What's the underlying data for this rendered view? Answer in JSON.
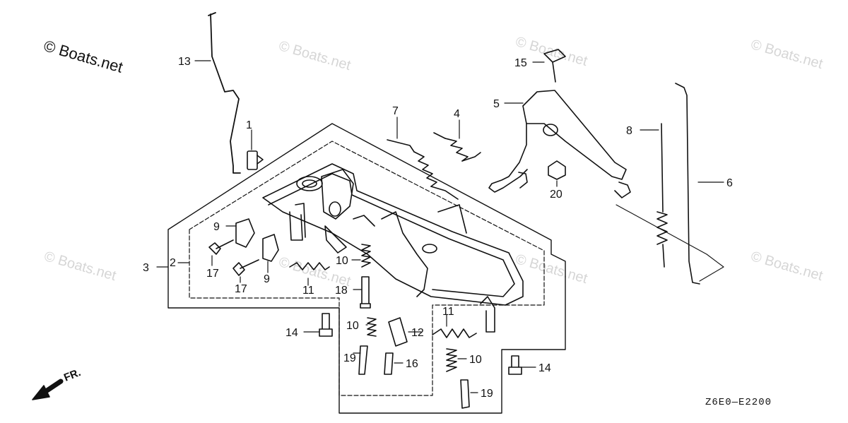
{
  "watermark_main": "© Boats.net",
  "watermark_faint": "© Boats.net",
  "diagram_code": "Z6E0—E2200",
  "front_marker": "FR.",
  "callouts": [
    "1",
    "2",
    "3",
    "4",
    "5",
    "6",
    "7",
    "8",
    "9",
    "9",
    "10",
    "10",
    "10",
    "11",
    "11",
    "12",
    "13",
    "14",
    "14",
    "15",
    "16",
    "17",
    "17",
    "18",
    "19",
    "19",
    "20"
  ],
  "colors": {
    "line": "#111111",
    "watermark": "#d6d6d6",
    "background": "#ffffff"
  }
}
